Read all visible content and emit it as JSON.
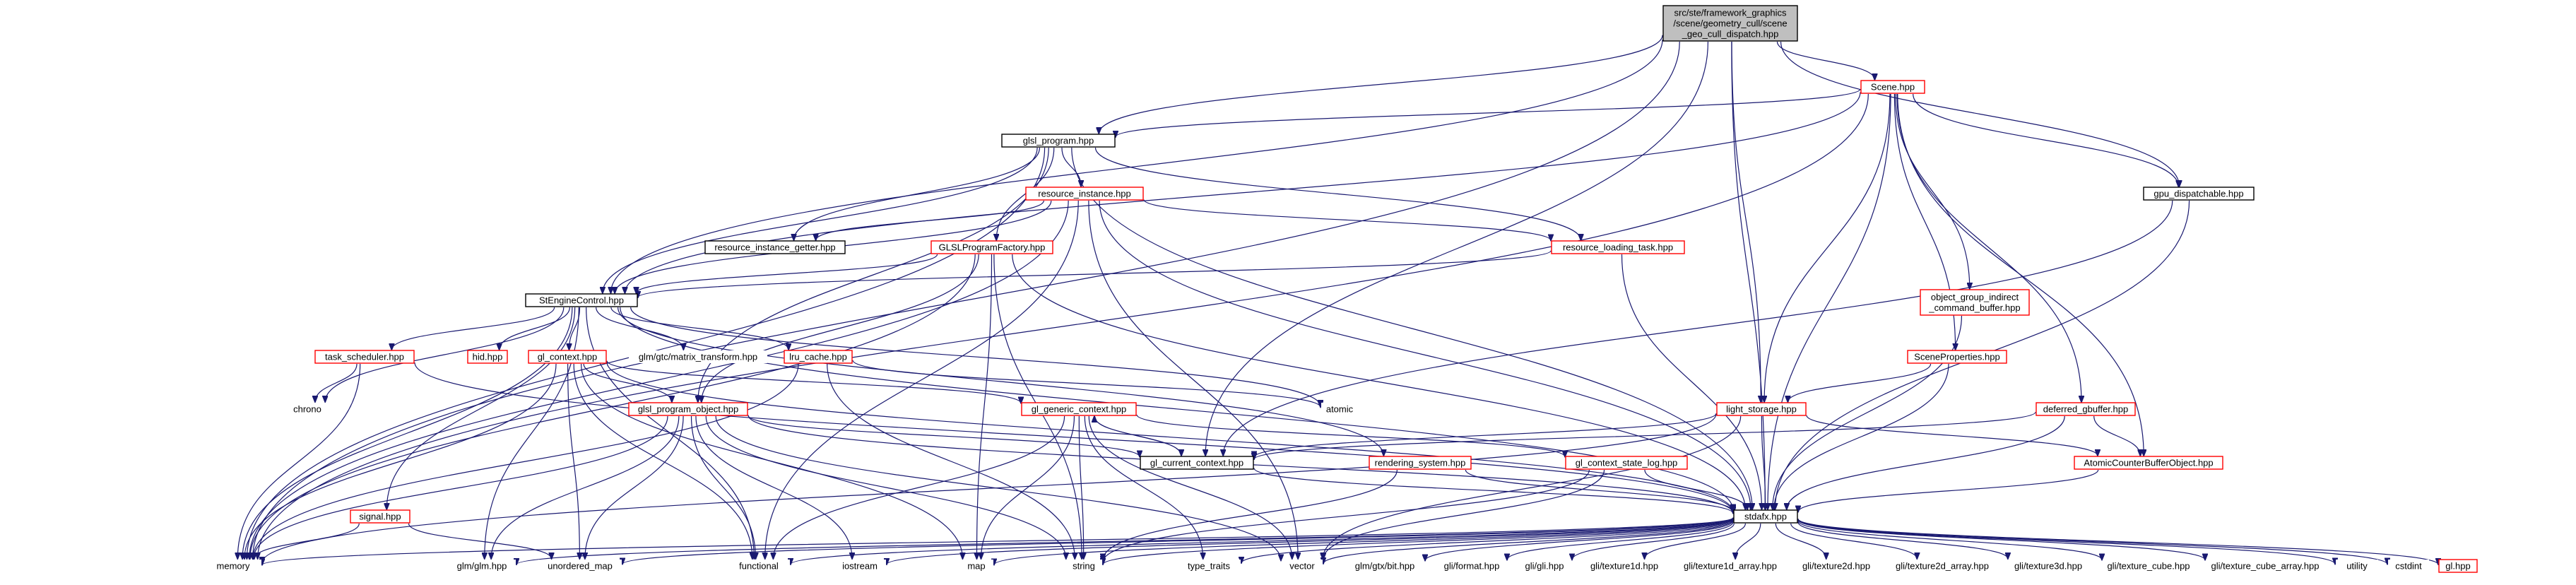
{
  "root": {
    "lines": [
      "src/ste/framework_graphics",
      "/scene/geometry_cull/scene",
      "_geo_cull_dispatch.hpp"
    ]
  },
  "nodes": {
    "scene": {
      "label": "Scene.hpp",
      "style": "red"
    },
    "glsl_program": {
      "label": "glsl_program.hpp",
      "style": "black"
    },
    "gpu_dispatchable": {
      "label": "gpu_dispatchable.hpp",
      "style": "black"
    },
    "resource_instance": {
      "label": "resource_instance.hpp",
      "style": "red"
    },
    "resource_instance_getter": {
      "label": "resource_instance_getter.hpp",
      "style": "black"
    },
    "glsl_program_factory": {
      "label": "GLSLProgramFactory.hpp",
      "style": "red"
    },
    "resource_loading_task": {
      "label": "resource_loading_task.hpp",
      "style": "red"
    },
    "object_group_indirect": {
      "lines": [
        "object_group_indirect",
        "_command_buffer.hpp"
      ],
      "style": "red"
    },
    "ste_engine_control": {
      "label": "StEngineControl.hpp",
      "style": "black"
    },
    "task_scheduler": {
      "label": "task_scheduler.hpp",
      "style": "red"
    },
    "hid": {
      "label": "hid.hpp",
      "style": "red"
    },
    "gl_context": {
      "label": "gl_context.hpp",
      "style": "red"
    },
    "glm_matrix_transform": {
      "label": "glm/gtc/matrix_transform.hpp",
      "style": "none"
    },
    "lru_cache": {
      "label": "lru_cache.hpp",
      "style": "red"
    },
    "scene_properties": {
      "label": "SceneProperties.hpp",
      "style": "red"
    },
    "chrono": {
      "label": "chrono",
      "style": "none"
    },
    "atomic": {
      "label": "atomic",
      "style": "none"
    },
    "gl_generic_context": {
      "label": "gl_generic_context.hpp",
      "style": "red"
    },
    "light_storage": {
      "label": "light_storage.hpp",
      "style": "red"
    },
    "deferred_gbuffer": {
      "label": "deferred_gbuffer.hpp",
      "style": "red"
    },
    "glsl_program_object": {
      "label": "glsl_program_object.hpp",
      "style": "red"
    },
    "gl_current_context": {
      "label": "gl_current_context.hpp",
      "style": "black"
    },
    "rendering_system": {
      "label": "rendering_system.hpp",
      "style": "red"
    },
    "gl_context_state_log": {
      "label": "gl_context_state_log.hpp",
      "style": "red"
    },
    "atomic_counter_buffer": {
      "label": "AtomicCounterBufferObject.hpp",
      "style": "red"
    },
    "signal": {
      "label": "signal.hpp",
      "style": "red"
    },
    "stdafx": {
      "label": "stdafx.hpp",
      "style": "black"
    },
    "memory": {
      "label": "memory",
      "style": "none"
    },
    "glm_glm": {
      "label": "glm/glm.hpp",
      "style": "none"
    },
    "unordered_map": {
      "label": "unordered_map",
      "style": "none"
    },
    "functional": {
      "label": "functional",
      "style": "none"
    },
    "iostream": {
      "label": "iostream",
      "style": "none"
    },
    "map": {
      "label": "map",
      "style": "none"
    },
    "string": {
      "label": "string",
      "style": "none"
    },
    "type_traits": {
      "label": "type_traits",
      "style": "none"
    },
    "vector": {
      "label": "vector",
      "style": "none"
    },
    "glm_gtx_bit": {
      "label": "glm/gtx/bit.hpp",
      "style": "none"
    },
    "gli_format": {
      "label": "gli/format.hpp",
      "style": "none"
    },
    "gli_gli": {
      "label": "gli/gli.hpp",
      "style": "none"
    },
    "gli_texture1d": {
      "label": "gli/texture1d.hpp",
      "style": "none"
    },
    "gli_texture1d_array": {
      "label": "gli/texture1d_array.hpp",
      "style": "none"
    },
    "gli_texture2d": {
      "label": "gli/texture2d.hpp",
      "style": "none"
    },
    "gli_texture2d_array": {
      "label": "gli/texture2d_array.hpp",
      "style": "none"
    },
    "gli_texture3d": {
      "label": "gli/texture3d.hpp",
      "style": "none"
    },
    "gli_texture_cube": {
      "label": "gli/texture_cube.hpp",
      "style": "none"
    },
    "gli_texture_cube_array": {
      "label": "gli/texture_cube_array.hpp",
      "style": "none"
    },
    "utility": {
      "label": "utility",
      "style": "none"
    },
    "cstdint": {
      "label": "cstdint",
      "style": "none"
    },
    "gl_hpp": {
      "label": "gl.hpp",
      "style": "red"
    }
  },
  "colors": {
    "edge": "#191970",
    "red_border": "#ff0000",
    "black_border": "#000000",
    "root_fill": "#bfbfbf"
  }
}
